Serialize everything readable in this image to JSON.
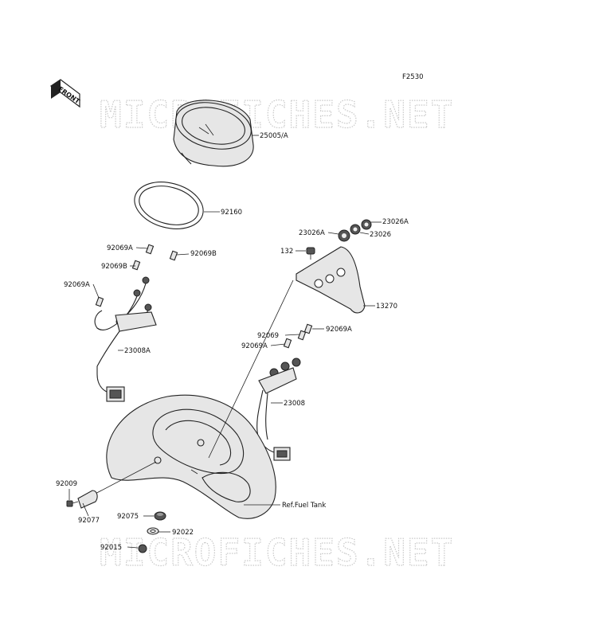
{
  "figure_code": "F2530",
  "front_badge": "FRONT",
  "watermark": "MICROFICHES.NET",
  "labels": {
    "p25005A": "25005/A",
    "p92160": "92160",
    "p92069A_1": "92069A",
    "p92069B_1": "92069B",
    "p92069B_2": "92069B",
    "p92069A_2": "92069A",
    "p23008A": "23008A",
    "p23026A_1": "23026A",
    "p23026A_2": "23026A",
    "p23026": "23026",
    "p132": "132",
    "p13270": "13270",
    "p92069": "92069",
    "p92069A_3": "92069A",
    "p92069A_4": "92069A",
    "p23008": "23008",
    "p92009": "92009",
    "p92077": "92077",
    "p92075": "92075",
    "p92022": "92022",
    "p92015": "92015",
    "ref_fuel_tank": "Ref.Fuel Tank"
  }
}
